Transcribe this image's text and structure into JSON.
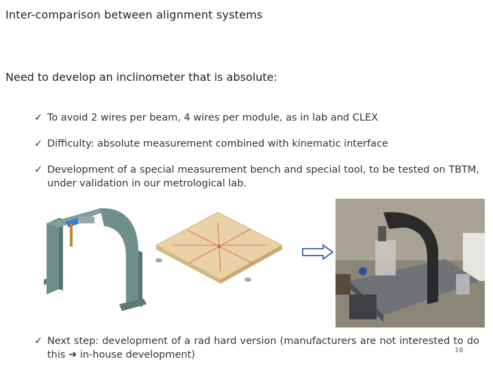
{
  "slide": {
    "title": "Inter-comparison between alignment systems",
    "heading": "Need to develop an inclinometer that is absolute:",
    "check_glyph": "✓",
    "bullets": [
      "To avoid 2 wires per beam, 4 wires per module, as in lab and CLEX",
      "Difficulty: absolute measurement combined with kinematic interface",
      "Development of a special measurement bench and special tool, to be tested on TBTM, under validation in our metrological lab."
    ],
    "final_bullet": {
      "text_before": "Next step: development of a rad hard version (manufacturers are not interested to do this",
      "arrow_glyph": "➔",
      "text_after": "in-house development)"
    },
    "page_number": "16"
  },
  "figures": {
    "arch_icon": "support-arch-render-icon",
    "plate_icon": "kinematic-plate-icon",
    "arrow_icon": "right-arrow-icon",
    "photo_icon": "measurement-bench-photo",
    "colors": {
      "arch_green": "#6f8f8a",
      "plate_beige": "#e9d2a6",
      "arrow_blue": "#4a6fb0",
      "photo_dark": "#2a2a2a"
    }
  }
}
